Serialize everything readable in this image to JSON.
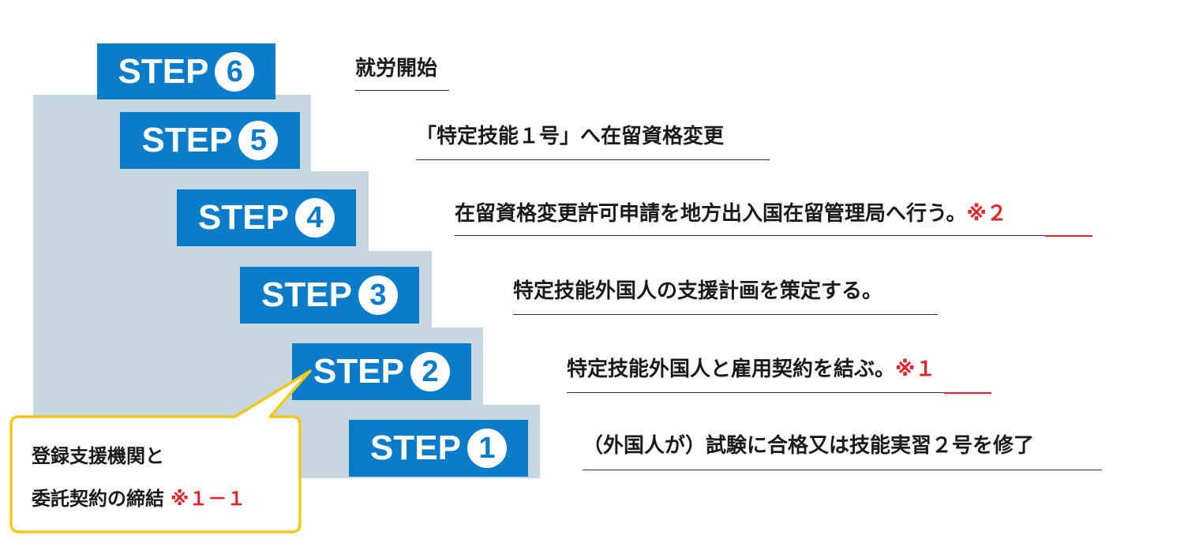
{
  "steps": [
    {
      "word": "STEP",
      "num": "1"
    },
    {
      "word": "STEP",
      "num": "2"
    },
    {
      "word": "STEP",
      "num": "3"
    },
    {
      "word": "STEP",
      "num": "4"
    },
    {
      "word": "STEP",
      "num": "5"
    },
    {
      "word": "STEP",
      "num": "6"
    }
  ],
  "descriptions": {
    "step1": {
      "text": "（外国人が）試験に合格又は技能実習２号を修了"
    },
    "step2": {
      "text": "特定技能外国人と雇用契約を結ぶ。",
      "note": "※１"
    },
    "step3": {
      "text": "特定技能外国人の支援計画を策定する。"
    },
    "step4": {
      "text": "在留資格変更許可申請を地方出入国在留管理局へ行う。",
      "note": "※２"
    },
    "step5": {
      "text": "「特定技能１号」へ在留資格変更"
    },
    "step6": {
      "text": "就労開始"
    }
  },
  "callout": {
    "line1": "登録支援機関と",
    "line2": "委託契約の締結",
    "note": "※１－１"
  },
  "colors": {
    "step_blue": "#0a7cc9",
    "stair_gray": "#c7d7df",
    "callout_border": "#f2c81b",
    "note_red": "#e4232a"
  }
}
